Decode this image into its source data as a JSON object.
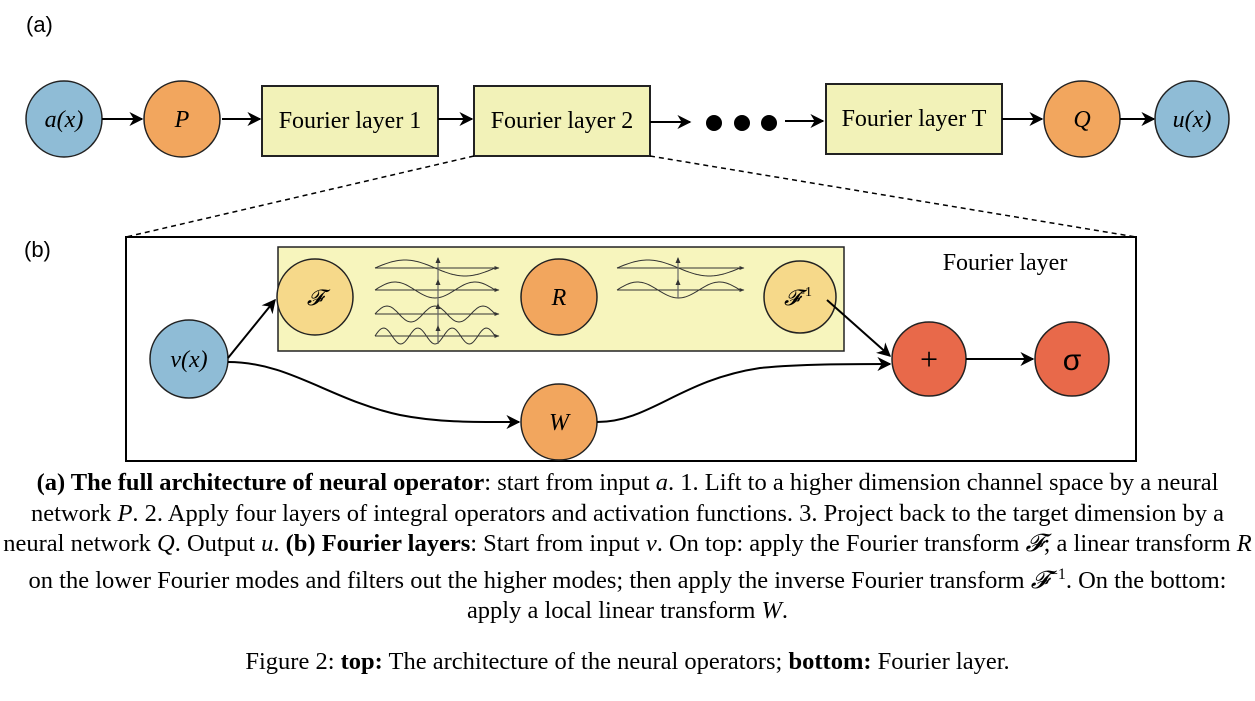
{
  "panel_labels": {
    "a": "(a)",
    "b": "(b)"
  },
  "top_pipeline": {
    "nodes": [
      {
        "id": "a",
        "label": "a(x)",
        "kind": "input",
        "color": "#8fbcd6"
      },
      {
        "id": "P",
        "label": "P",
        "kind": "lift",
        "color": "#f2a65e"
      },
      {
        "id": "fl1",
        "label": "Fourier layer 1",
        "kind": "layer",
        "color": "#f2f2b8"
      },
      {
        "id": "fl2",
        "label": "Fourier layer 2",
        "kind": "layer",
        "color": "#f2f2b8"
      },
      {
        "id": "dots",
        "label": "● ● ●",
        "kind": "ellipsis"
      },
      {
        "id": "flT",
        "label": "Fourier layer T",
        "kind": "layer",
        "color": "#f2f2b8"
      },
      {
        "id": "Q",
        "label": "Q",
        "kind": "project",
        "color": "#f2a65e"
      },
      {
        "id": "u",
        "label": "u(x)",
        "kind": "output",
        "color": "#8fbcd6"
      }
    ]
  },
  "fourier_layer": {
    "title": "Fourier layer",
    "input": {
      "label": "v(x)",
      "color": "#8fbcd6"
    },
    "F": {
      "label": "𝓕",
      "color": "#f6d98a"
    },
    "R": {
      "label": "R",
      "color": "#f2a65e"
    },
    "Finv": {
      "label": "𝓕",
      "superscript": "-1",
      "color": "#f6d98a"
    },
    "W": {
      "label": "W",
      "color": "#f2a65e"
    },
    "plus": {
      "label": "+",
      "color": "#e8694a"
    },
    "sigma": {
      "label": "σ",
      "color": "#e8694a"
    },
    "spectral_box_color": "#f7f5bd",
    "modes_before": 4,
    "modes_after": 2
  },
  "caption": {
    "a_bold": "(a) The full architecture of neural operator",
    "a_text_1": ": start from input ",
    "a_var": "a",
    "a_text_2": ". 1. Lift to a higher dimension channel space by a neural network ",
    "P_var": "P",
    "a_text_3": ". 2. Apply four layers of integral operators and activation functions. 3. Project back to the target dimension by a neural network ",
    "Q_var": "Q",
    "a_text_4": ". Output ",
    "u_var": "u",
    "a_text_5": ". ",
    "b_bold": "(b) Fourier layers",
    "b_text_1": ": Start from input ",
    "v_var": "v",
    "b_text_2": ". On top: apply the Fourier transform ",
    "F_var": "𝓕",
    "b_text_3": "; a linear transform ",
    "R_var": "R",
    "b_text_4": " on the lower Fourier modes and filters out the higher modes; then apply the inverse Fourier transform ",
    "Finv_var": "𝓕",
    "Finv_sup": "−1",
    "b_text_5": ". On the bottom: apply a local linear transform ",
    "W_var": "W",
    "b_text_6": "."
  },
  "figure_caption": {
    "prefix": "Figure 2: ",
    "top_bold": "top:",
    "top_text": " The architecture of the neural operators; ",
    "bottom_bold": "bottom:",
    "bottom_text": " Fourier layer."
  }
}
